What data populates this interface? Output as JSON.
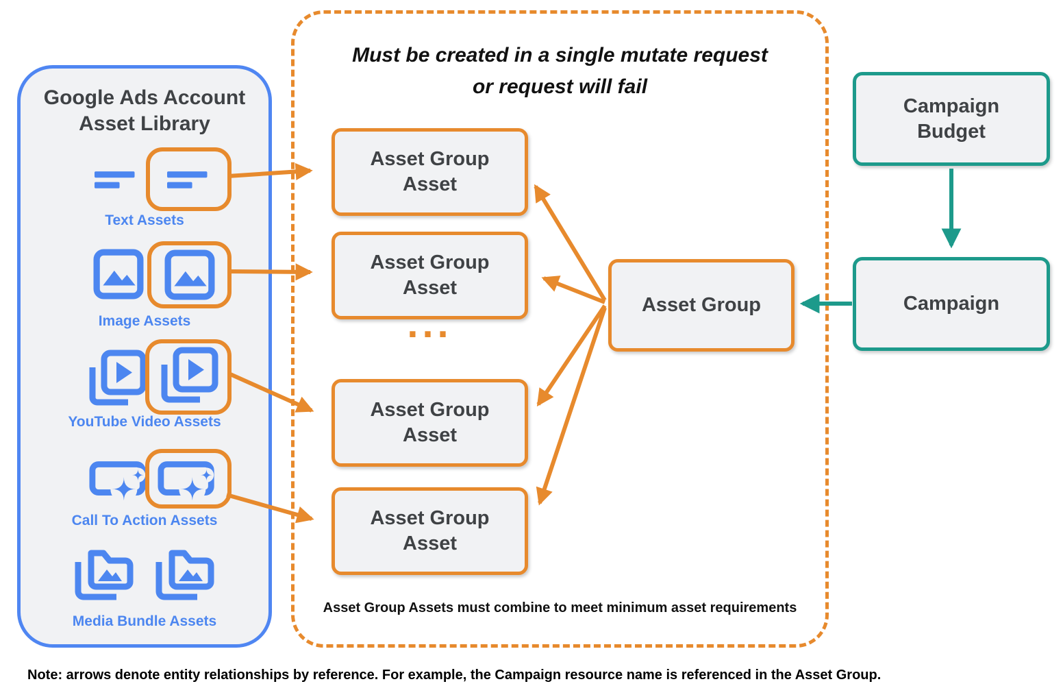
{
  "colors": {
    "blue": "#4f86f2",
    "iconblue": "#4c86f0",
    "orange": "#e78a2d",
    "teal": "#1d9a8b",
    "fill": "#f1f2f4",
    "dark": "#3f4245",
    "black": "#111111"
  },
  "library": {
    "title": "Google Ads Account\nAsset Library",
    "items": [
      {
        "label": "Text Assets",
        "icon": "text-asset-icon"
      },
      {
        "label": "Image Assets",
        "icon": "image-asset-icon"
      },
      {
        "label": "YouTube Video Assets",
        "icon": "youtube-video-asset-icon"
      },
      {
        "label": "Call To Action Assets",
        "icon": "call-to-action-asset-icon"
      },
      {
        "label": "Media Bundle Assets",
        "icon": "media-bundle-asset-icon"
      }
    ]
  },
  "mutate_group": {
    "title": "Must be created in a single mutate request\nor request will fail",
    "boxes": [
      "Asset Group\nAsset",
      "Asset Group\nAsset",
      "Asset Group\nAsset",
      "Asset Group\nAsset"
    ],
    "ellipsis": "...",
    "footnote": "Asset Group Assets must combine to meet minimum asset requirements"
  },
  "entities": {
    "asset_group": "Asset Group",
    "campaign_budget": "Campaign\nBudget",
    "campaign": "Campaign"
  },
  "note": "Note: arrows denote entity relationships by reference. For example, the Campaign resource name is referenced in the Asset Group."
}
